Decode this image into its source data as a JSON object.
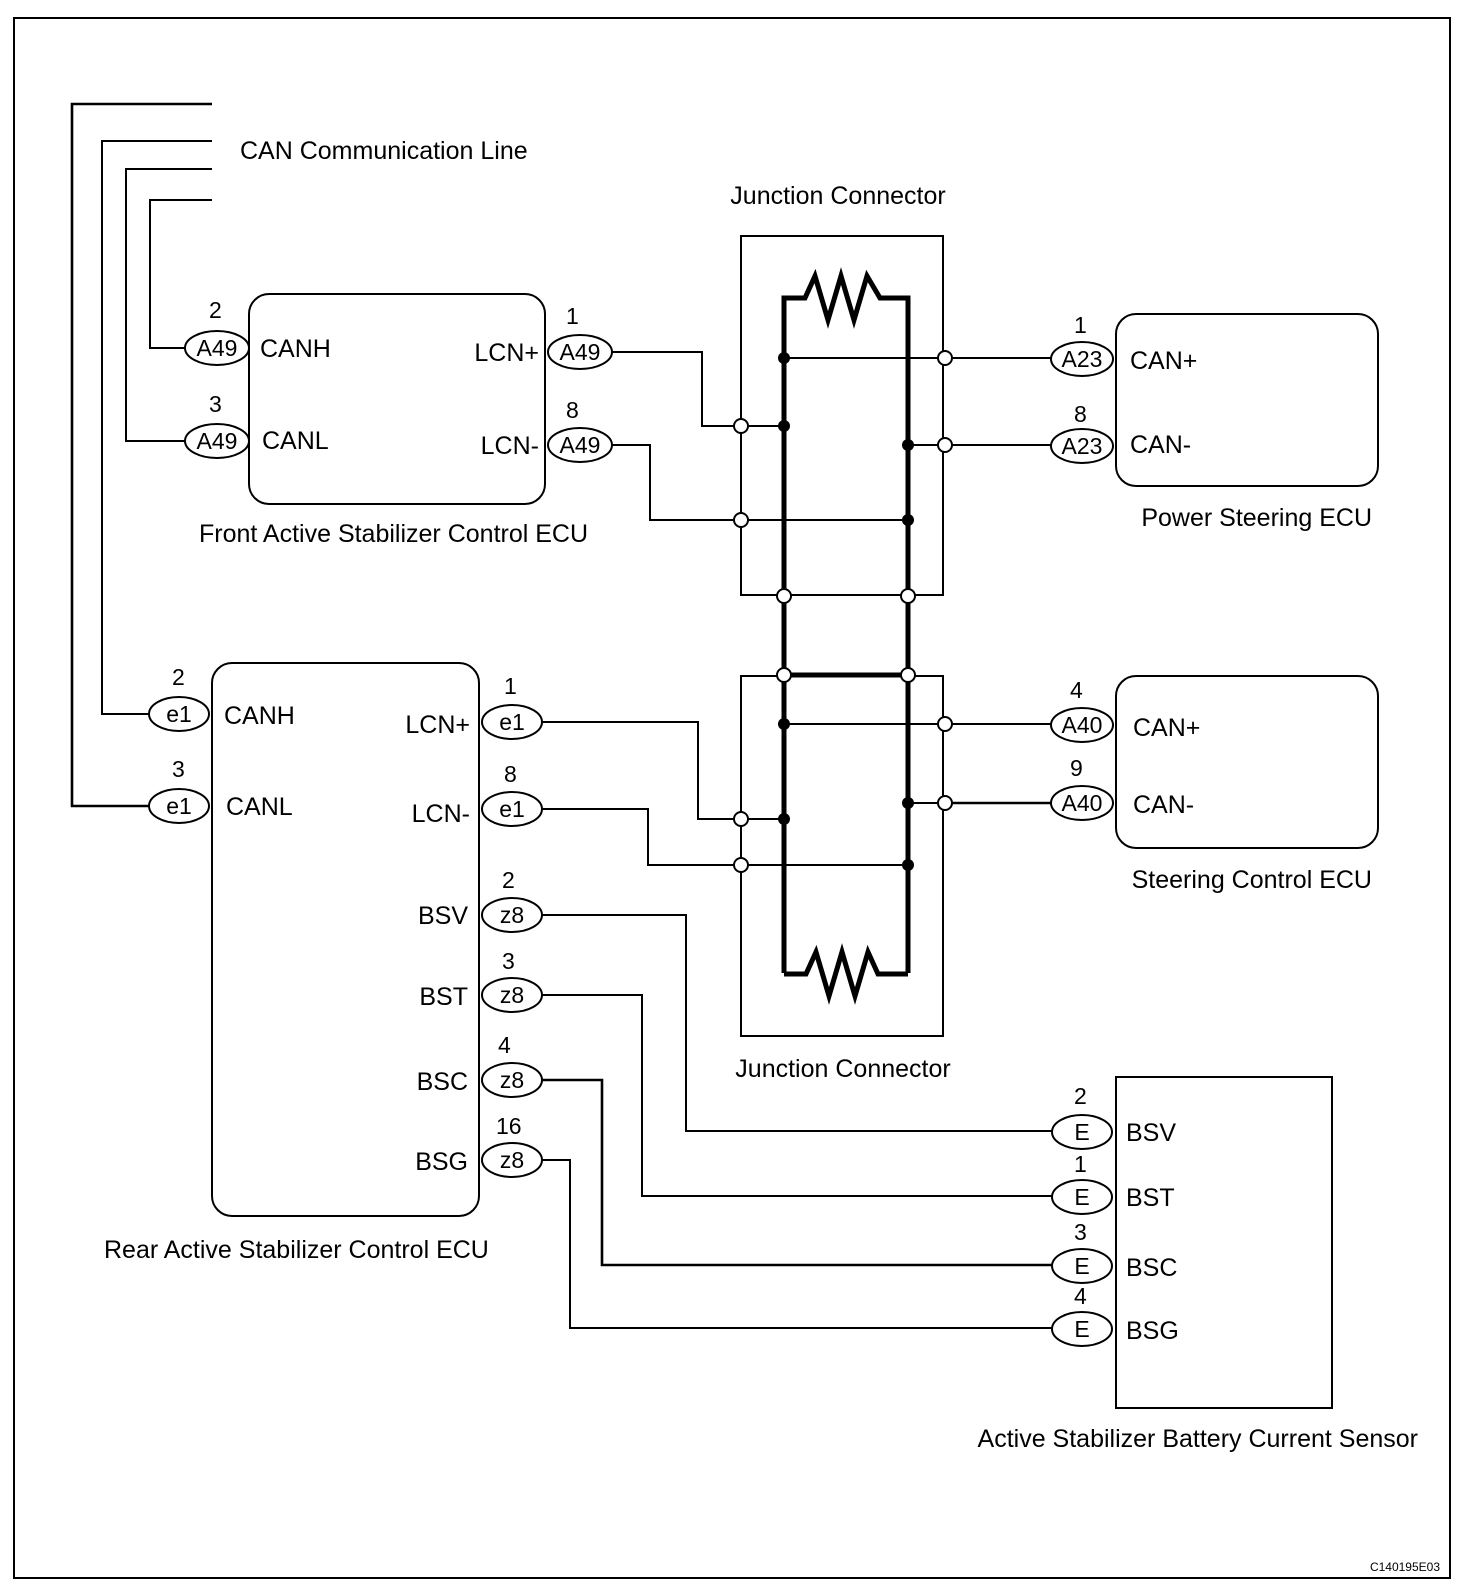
{
  "can_line": {
    "label": "CAN Communication Line"
  },
  "front_ecu": {
    "name": "Front Active Stabilizer Control ECU",
    "terminals": {
      "canh": {
        "label": "CANH",
        "pin": "2",
        "connector": "A49"
      },
      "canl": {
        "label": "CANL",
        "pin": "3",
        "connector": "A49"
      },
      "lcn_plus": {
        "label": "LCN+",
        "pin": "1",
        "connector": "A49"
      },
      "lcn_minus": {
        "label": "LCN-",
        "pin": "8",
        "connector": "A49"
      }
    }
  },
  "power_steering_ecu": {
    "name": "Power Steering ECU",
    "terminals": {
      "can_plus": {
        "label": "CAN+",
        "pin": "1",
        "connector": "A23"
      },
      "can_minus": {
        "label": "CAN-",
        "pin": "8",
        "connector": "A23"
      }
    }
  },
  "junction_top": {
    "name": "Junction Connector"
  },
  "junction_bottom": {
    "name": "Junction Connector"
  },
  "rear_ecu": {
    "name": "Rear Active Stabilizer Control ECU",
    "terminals": {
      "canh": {
        "label": "CANH",
        "pin": "2",
        "connector": "e1"
      },
      "canl": {
        "label": "CANL",
        "pin": "3",
        "connector": "e1"
      },
      "lcn_plus": {
        "label": "LCN+",
        "pin": "1",
        "connector": "e1"
      },
      "lcn_minus": {
        "label": "LCN-",
        "pin": "8",
        "connector": "e1"
      },
      "bsv": {
        "label": "BSV",
        "pin": "2",
        "connector": "z8"
      },
      "bst": {
        "label": "BST",
        "pin": "3",
        "connector": "z8"
      },
      "bsc": {
        "label": "BSC",
        "pin": "4",
        "connector": "z8"
      },
      "bsg": {
        "label": "BSG",
        "pin": "16",
        "connector": "z8"
      }
    }
  },
  "steering_control_ecu": {
    "name": "Steering Control ECU",
    "terminals": {
      "can_plus": {
        "label": "CAN+",
        "pin": "4",
        "connector": "A40"
      },
      "can_minus": {
        "label": "CAN-",
        "pin": "9",
        "connector": "A40"
      }
    }
  },
  "current_sensor": {
    "name": "Active Stabilizer Battery Current Sensor",
    "terminals": {
      "bsv": {
        "label": "BSV",
        "pin": "2",
        "connector": "E"
      },
      "bst": {
        "label": "BST",
        "pin": "1",
        "connector": "E"
      },
      "bsc": {
        "label": "BSC",
        "pin": "3",
        "connector": "E"
      },
      "bsg": {
        "label": "BSG",
        "pin": "4",
        "connector": "E"
      }
    }
  },
  "figure_code": "C140195E03"
}
